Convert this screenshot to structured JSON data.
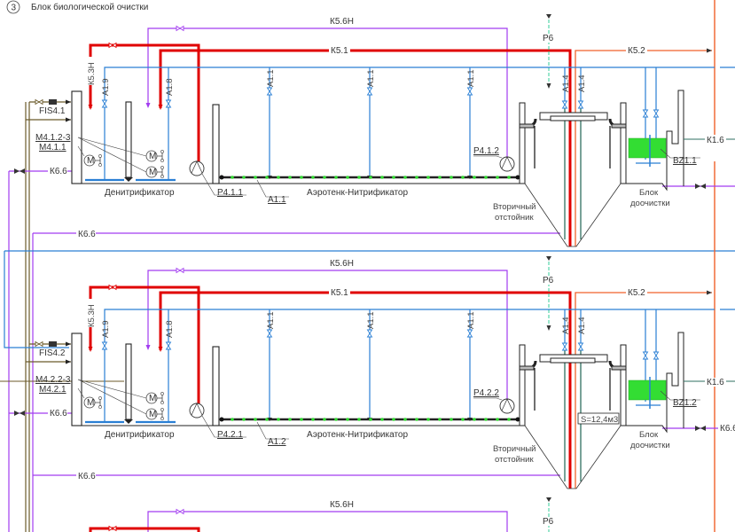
{
  "title": {
    "number": "3",
    "text": "Блок биологической очистки"
  },
  "colors": {
    "purple": "#a23cf0",
    "red": "#e00000",
    "blue": "#2a7fd4",
    "orange": "#f0602a",
    "brown": "#6b5a2a",
    "green": "#33dd33",
    "teal": "#2f6f60"
  },
  "blocks": [
    {
      "fis": "FIS4.1",
      "m_group": "M4.1.2-3",
      "m_single": "M4.1.1",
      "k66_left": "К6.6",
      "k53h": "К5.3Н",
      "a19": "A1.9",
      "a18": "A1.8",
      "denitrifier": "Денитрификатор",
      "pump_left": "P4.1.1",
      "aerator": "A1.1",
      "aerotank": "Аэротенк-Нитрификатор",
      "riser_1": "A1.1",
      "riser_2": "A1.1",
      "riser_3": "A1.1",
      "pump_right": "P4.1.2",
      "settler_1": "Вторичный",
      "settler_2": "отстойник",
      "a14_1": "A1.4",
      "a14_2": "A1.4",
      "p6": "P6",
      "k52": "К5.2",
      "k56h": "К5.6Н",
      "k51": "К5.1",
      "bz": "BZ1.1",
      "k16": "К1.6",
      "post_1": "Блок",
      "post_2": "доочистки",
      "k66_bottom": "К6.6"
    },
    {
      "fis": "FIS4.2",
      "m_group": "M4.2.2-3",
      "m_single": "M4.2.1",
      "k66_left": "К6.6",
      "k53h": "К5.3Н",
      "a19": "A1.9",
      "a18": "A1.8",
      "denitrifier": "Денитрификатор",
      "pump_left": "P4.2.1",
      "aerator": "A1.2",
      "aerotank": "Аэротенк-Нитрификатор",
      "riser_1": "A1.1",
      "riser_2": "A1.1",
      "riser_3": "A1.1",
      "pump_right": "P4.2.2",
      "settler_1": "Вторичный",
      "settler_2": "отстойник",
      "a14_1": "A1.4",
      "a14_2": "A1.4",
      "p6": "P6",
      "k52": "К5.2",
      "k56h": "К5.6Н",
      "k51": "К5.1",
      "bz": "BZ1.2",
      "k16": "К1.6",
      "post_1": "Блок",
      "post_2": "доочистки",
      "k66_bottom": "К6.6",
      "volume": "S=12,4м3",
      "k66_right": "К6.6"
    },
    {
      "k56h": "К5.6Н",
      "p6": "P6"
    }
  ]
}
